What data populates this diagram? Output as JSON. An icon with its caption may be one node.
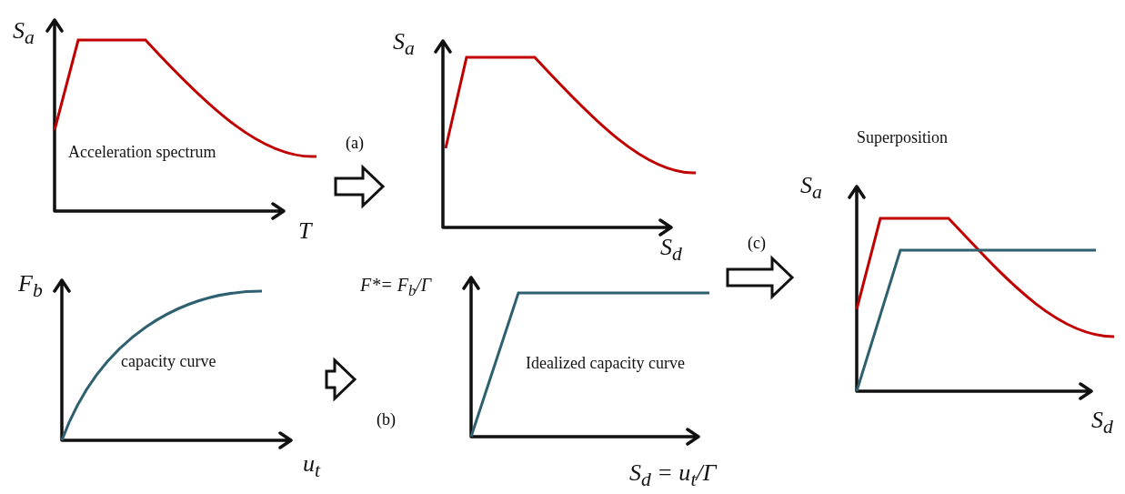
{
  "diagram": {
    "nodes": [
      {
        "text": [
          "S$_{a}$",
          "Acceleration spectrum",
          "T"
        ]
      },
      {
        "text": [
          "S$_{a}$",
          "S$_{d}$"
        ]
      },
      {
        "text": [
          "F$_{b}$",
          "capacity curve",
          "u$_{t}$"
        ]
      },
      {
        "text": [
          "F*= F$_{b}$/Γ",
          "Idealized capacity curve",
          "S$_{d}$ = u$_{t}$/Γ"
        ]
      },
      {
        "text": [
          "Superposition",
          "S$_{a}$",
          "S$_{d}$"
        ]
      }
    ],
    "edges": [
      {
        "from": 0,
        "to": 1,
        "arrow": "to",
        "label": "(a)"
      },
      {
        "from": 2,
        "to": 3,
        "arrow": "to",
        "label": "(b)"
      },
      {
        "from": 1,
        "to": 4,
        "arrow": "to",
        "label": "(c)"
      },
      {
        "from": 3,
        "to": 4,
        "arrow": "to"
      }
    ]
  }
}
